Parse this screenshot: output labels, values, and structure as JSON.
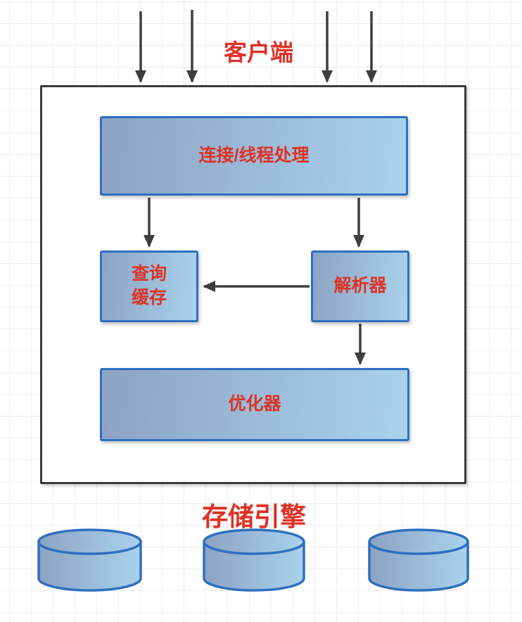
{
  "diagram": {
    "client_label": "客户端",
    "storage_label": "存储引擎",
    "nodes": {
      "connection": "连接/线程处理",
      "query_cache": "查询\n缓存",
      "parser": "解析器",
      "optimizer": "优化器"
    },
    "storage_cylinder_count": 3
  },
  "colors": {
    "accent_red": "#de3226",
    "node_border": "#2e6fc0",
    "node_fill_start": "#8ca3c4",
    "node_fill_end": "#a9d2eb",
    "arrow": "#3e3e3e",
    "outer_border": "#3a3a3a",
    "grid_line": "#ececec",
    "background": "#ffffff"
  }
}
